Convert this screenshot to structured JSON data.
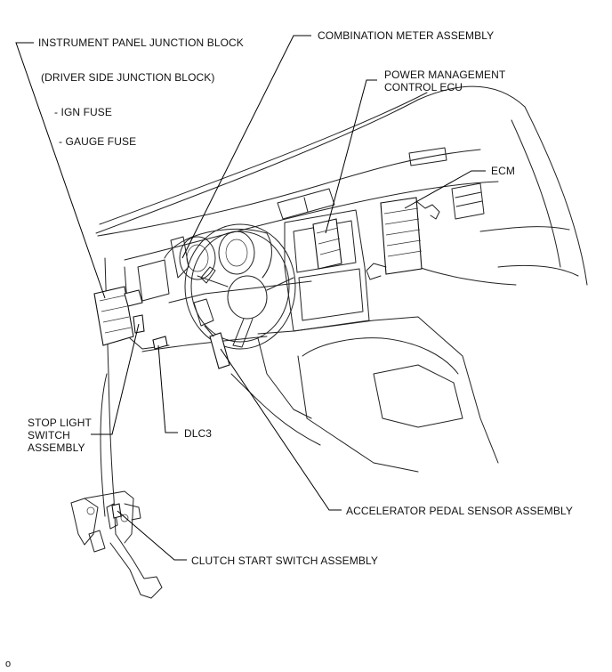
{
  "labels": {
    "ipjb": "INSTRUMENT PANEL JUNCTION BLOCK",
    "dsjb": "(DRIVER SIDE JUNCTION BLOCK)",
    "ign_fuse": "- IGN FUSE",
    "gauge_fuse": "- GAUGE FUSE",
    "combination_meter": "COMBINATION METER ASSEMBLY",
    "pm_ecu_line1": "POWER MANAGEMENT",
    "pm_ecu_line2": "CONTROL ECU",
    "ecm": "ECM",
    "stop_light_line1": "STOP LIGHT",
    "stop_light_line2": "SWITCH",
    "stop_light_line3": "ASSEMBLY",
    "dlc3": "DLC3",
    "accelerator": "ACCELERATOR PEDAL SENSOR ASSEMBLY",
    "clutch": "CLUTCH START SWITCH ASSEMBLY",
    "corner": "o"
  }
}
